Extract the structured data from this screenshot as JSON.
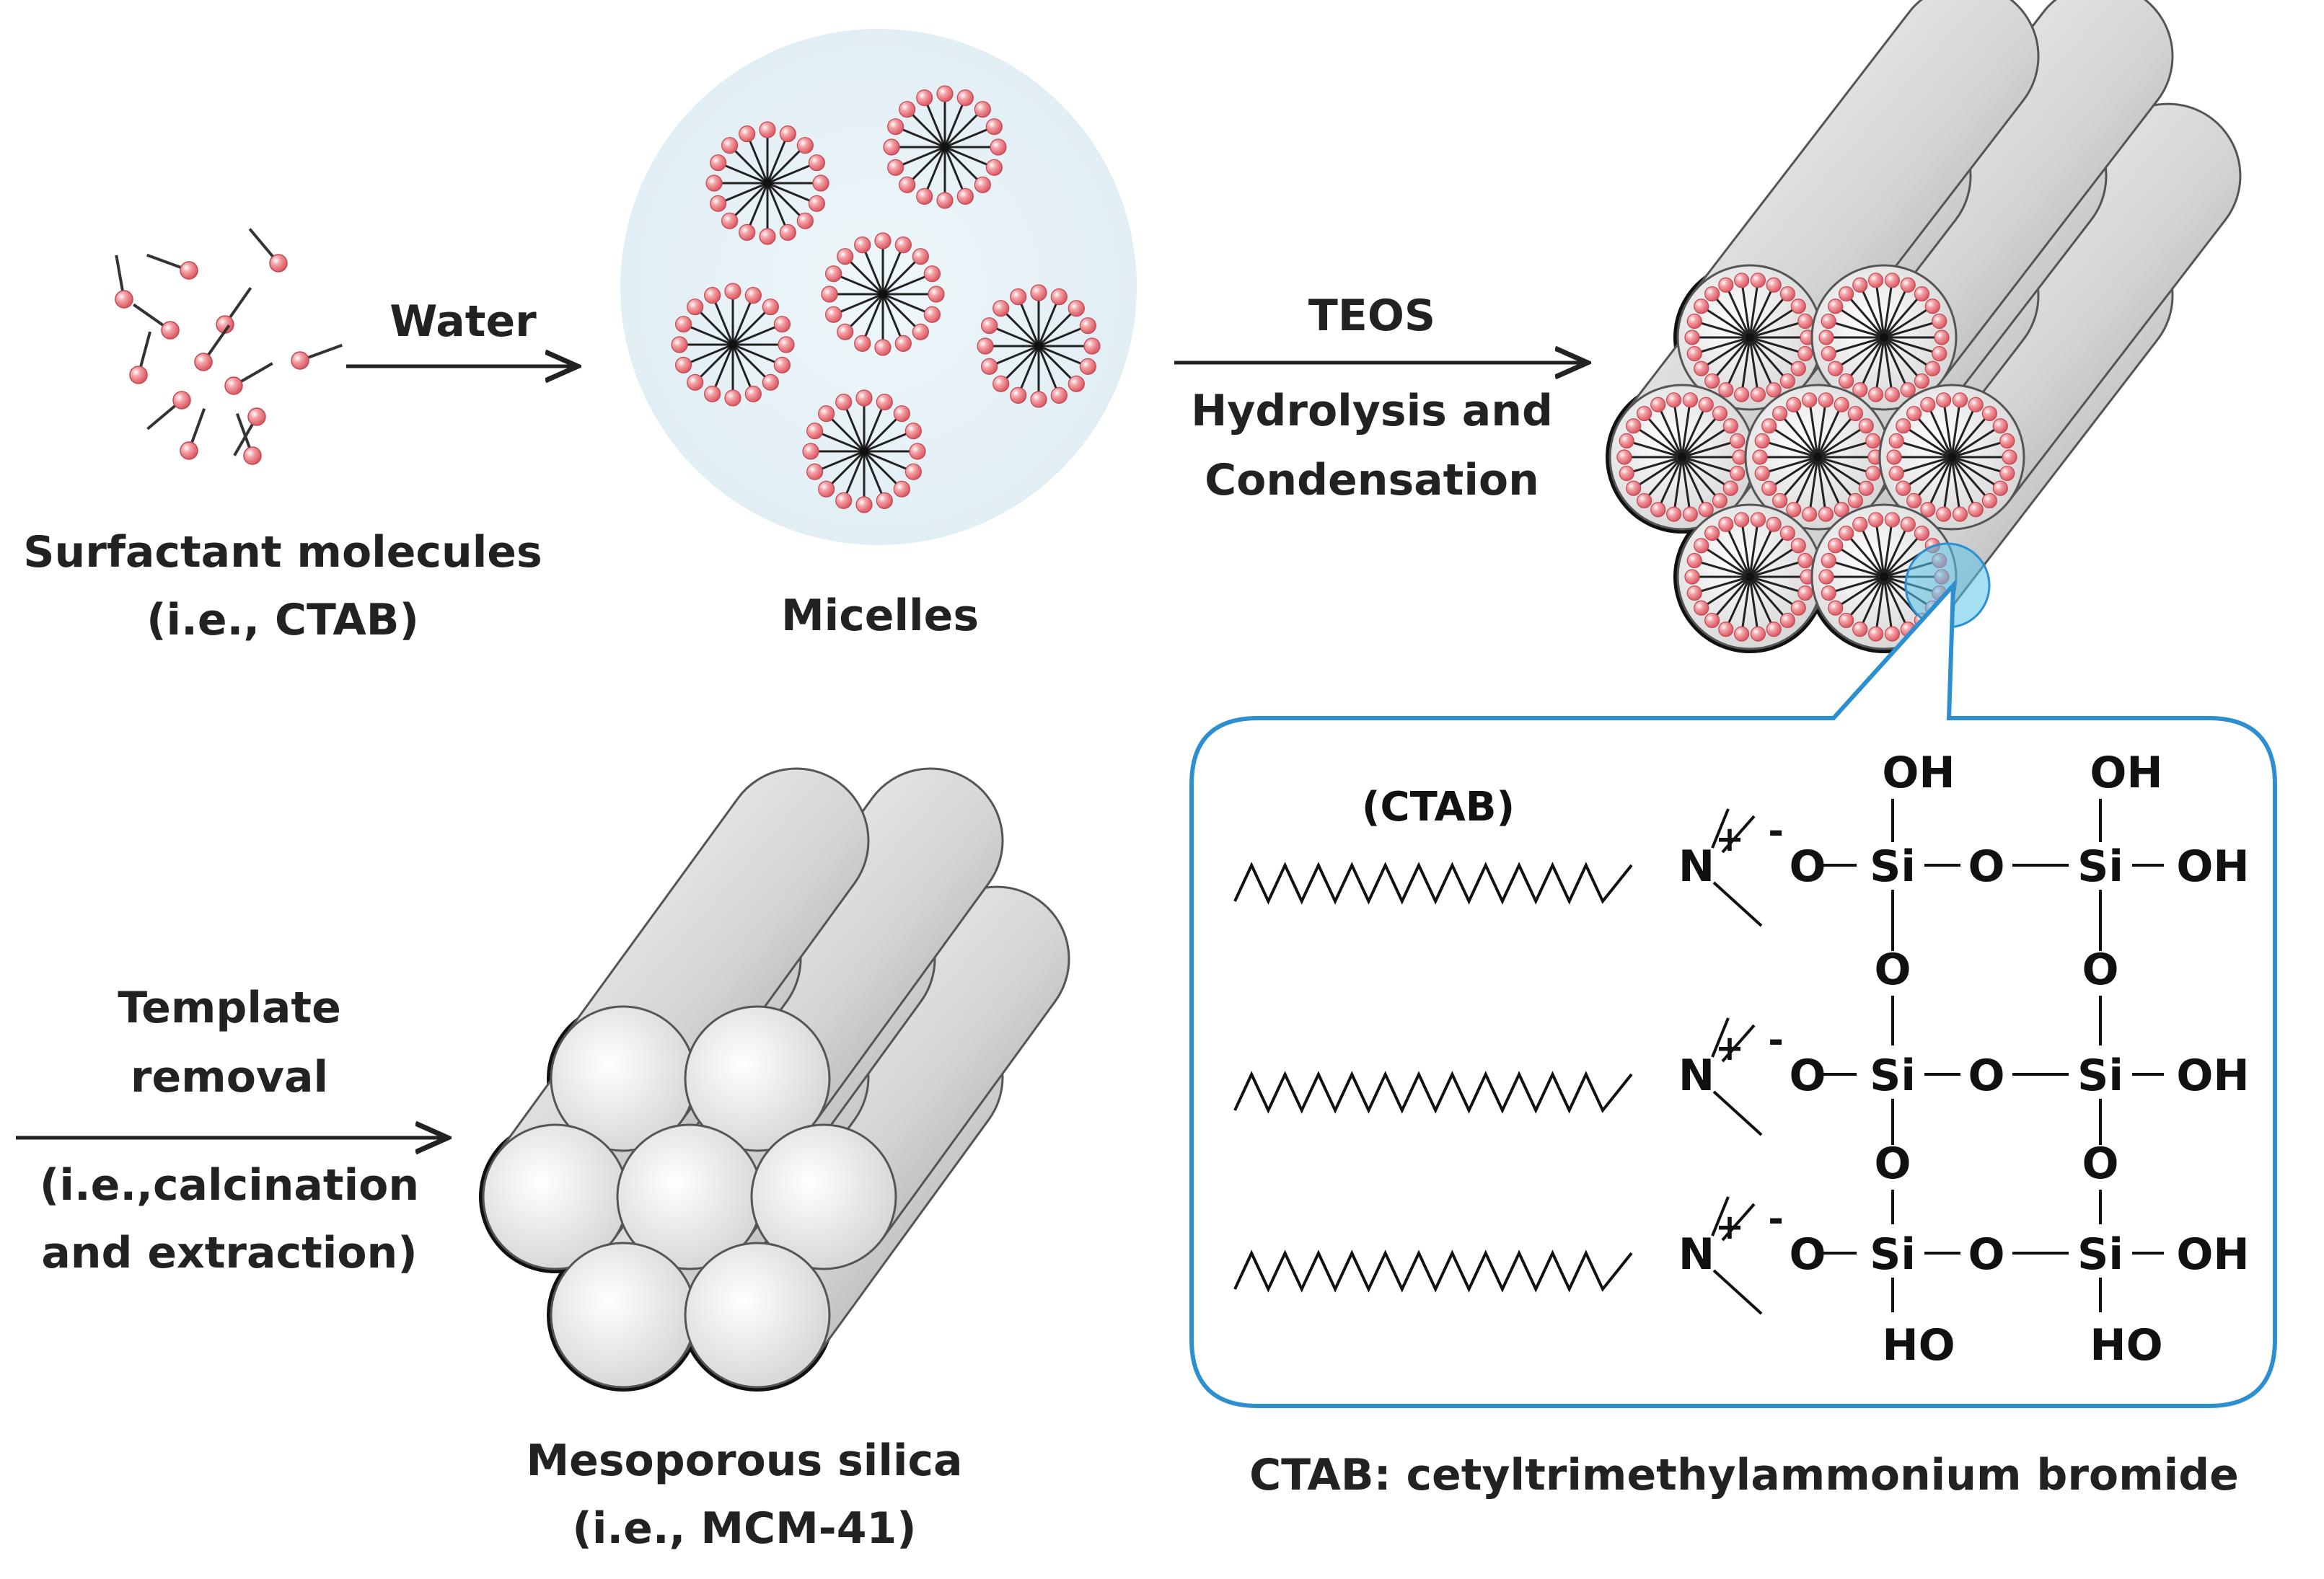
{
  "labels": {
    "surfactant_line1": "Surfactant molecules",
    "surfactant_line2": "(i.e., CTAB)",
    "water": "Water",
    "micelles": "Micelles",
    "teos": "TEOS",
    "hydrolysis_line1": "Hydrolysis and",
    "hydrolysis_line2": "Condensation",
    "template_line1": "Template",
    "template_line2": "removal",
    "template_line3": "(i.e.,calcination",
    "template_line4": "and extraction)",
    "meso_line1": "Mesoporous silica",
    "meso_line2": "(i.e., MCM-41)",
    "ctab_caption": "CTAB: cetyltrimethylammonium bromide"
  },
  "chem": {
    "ctab_tag": "(CTAB)",
    "n": "N",
    "plus": "+",
    "minus": "-",
    "o": "O",
    "si": "Si",
    "oh": "OH",
    "ho": "HO"
  },
  "colors": {
    "head": "#e36b73",
    "micelle_bg": "#e6f2f7",
    "callout": "#2c8fd0",
    "highlight": "#5bc4eb",
    "rod_light": "#f4f4f4",
    "rod_dark": "#a9a9a9"
  }
}
